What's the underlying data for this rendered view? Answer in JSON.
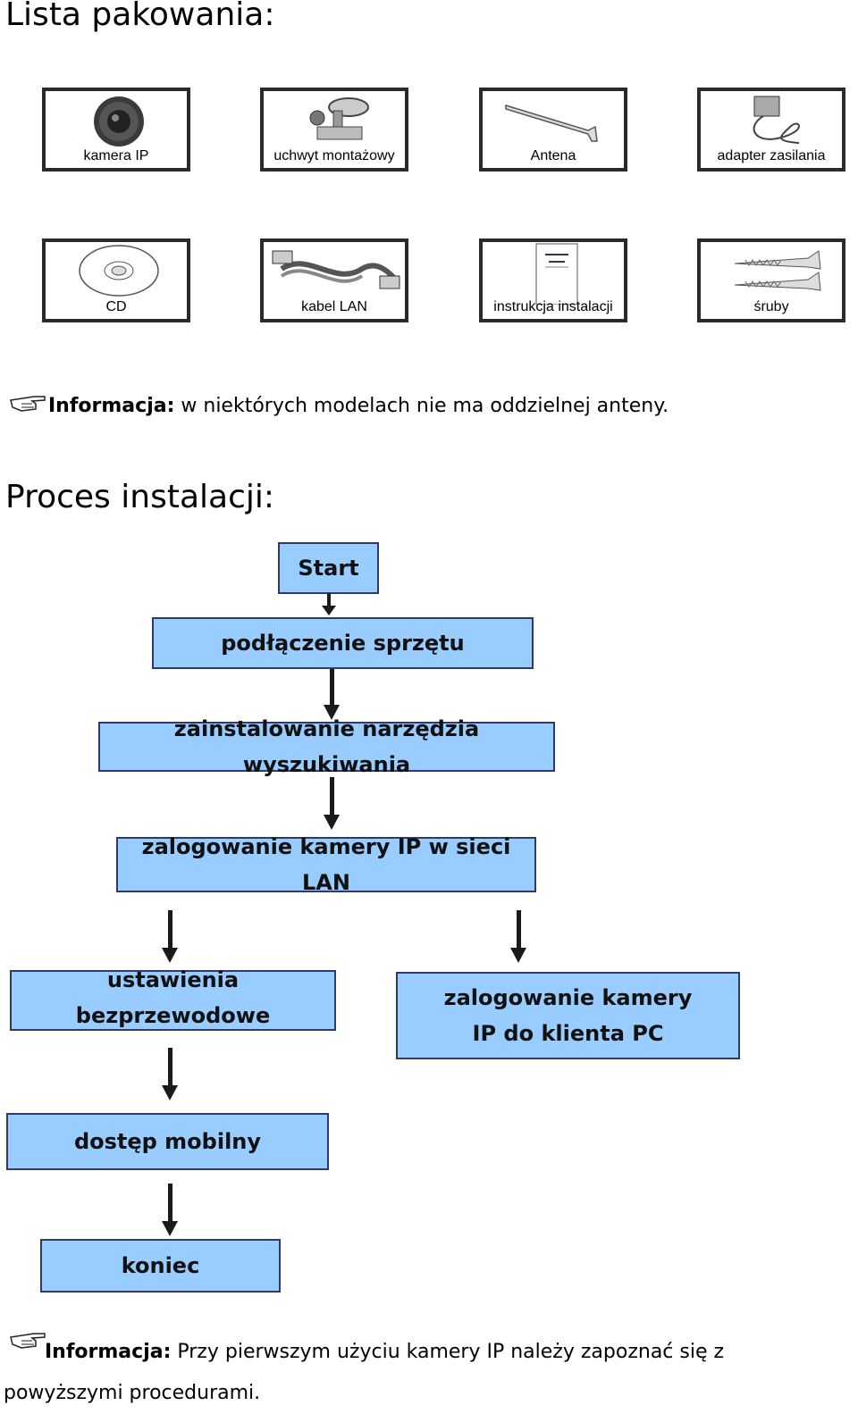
{
  "packing": {
    "title": "Lista pakowania:",
    "items": [
      {
        "label": "kamera IP",
        "icon": "camera-icon"
      },
      {
        "label": "uchwyt montażowy",
        "icon": "mount-bracket-icon"
      },
      {
        "label": "Antena",
        "icon": "antenna-icon"
      },
      {
        "label": "adapter zasilania",
        "icon": "power-adapter-icon"
      },
      {
        "label": "CD",
        "icon": "cd-icon"
      },
      {
        "label": "kabel LAN",
        "icon": "lan-cable-icon"
      },
      {
        "label": "instrukcja instalacji",
        "icon": "manual-icon"
      },
      {
        "label": "śruby",
        "icon": "screws-icon"
      }
    ]
  },
  "note1": {
    "label": "Informacja:",
    "text": " w niektórych modelach nie ma oddzielnej anteny."
  },
  "install": {
    "title": "Proces instalacji:",
    "steps": {
      "start": "Start",
      "hardware": "podłączenie sprzętu",
      "search_tool": "zainstalowanie narzędzia wyszukiwania",
      "login_lan": "zalogowanie kamery IP w sieci LAN",
      "wireless": "ustawienia bezprzewodowe",
      "pc_client": "zalogowanie kamery IP do klienta PC",
      "mobile": "dostęp mobilny",
      "end": "koniec"
    }
  },
  "note2": {
    "label": "Informacja:",
    "text": " Przy pierwszym użyciu kamery IP należy zapoznać się z powyższymi procedurami."
  },
  "colors": {
    "step_fill": "#99ccff",
    "step_border": "#2f3a6a",
    "arrow": "#1a1a1a"
  }
}
